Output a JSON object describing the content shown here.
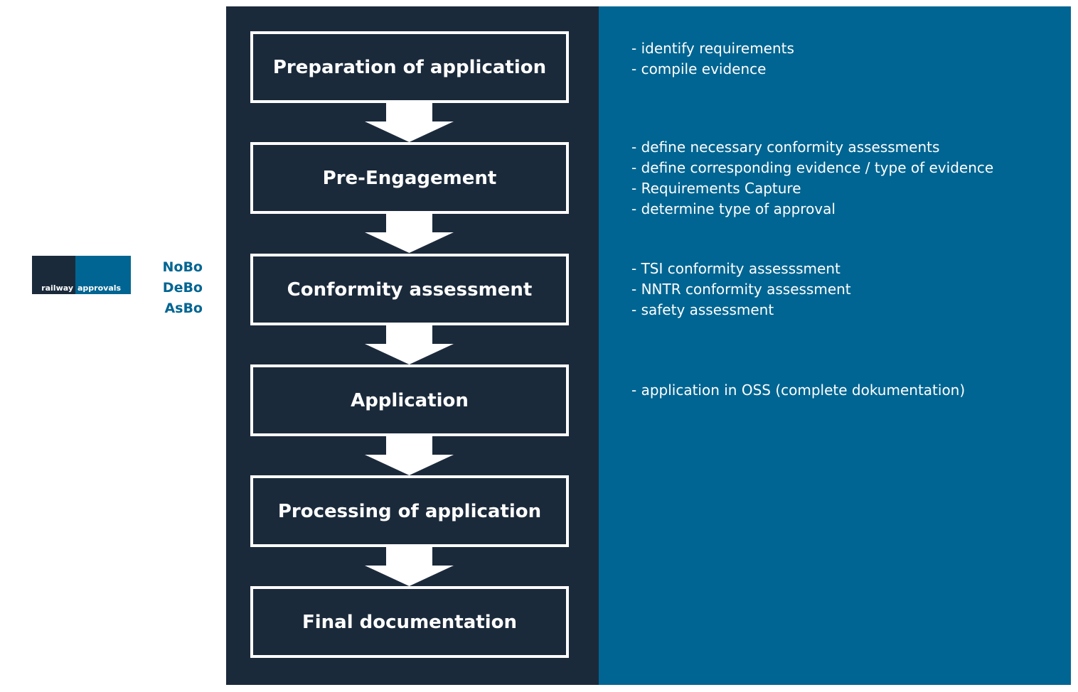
{
  "logo": {
    "part1": "railway",
    "part2": "approvals"
  },
  "bodies": [
    "NoBo",
    "DeBo",
    "AsBo"
  ],
  "steps": [
    {
      "label": "Preparation of application",
      "notes": [
        "- identify requirements",
        "- compile evidence"
      ]
    },
    {
      "label": "Pre-Engagement",
      "notes": [
        "- define necessary conformity assessments",
        "- define corresponding evidence / type of evidence",
        "- Requirements Capture",
        "- determine type of approval"
      ]
    },
    {
      "label": "Conformity assessment",
      "notes": [
        "- TSI conformity assesssment",
        "- NNTR conformity assessment",
        "- safety assessment"
      ]
    },
    {
      "label": "Application",
      "notes": [
        "- application in OSS (complete dokumentation)"
      ]
    },
    {
      "label": "Processing of application",
      "notes": []
    },
    {
      "label": "Final documentation",
      "notes": []
    }
  ]
}
